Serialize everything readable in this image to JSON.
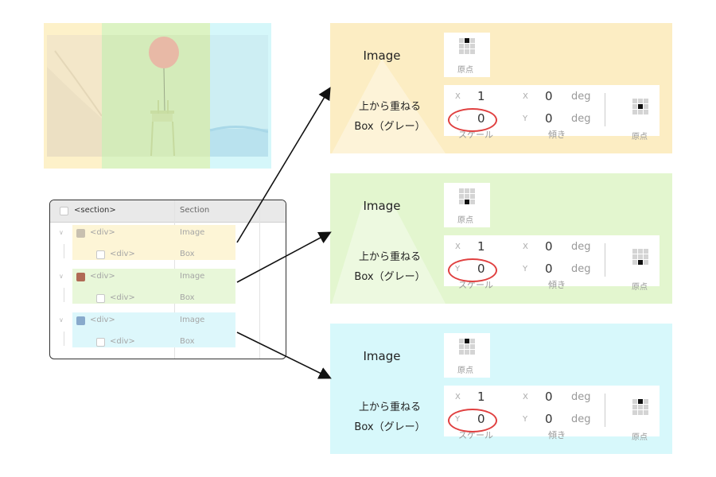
{
  "thumbnail": {
    "colors": [
      "#fdf1c9",
      "#dcf3c3",
      "#d5f7fa"
    ]
  },
  "layer_tree": {
    "header": {
      "name": "<section>",
      "type": "Section"
    },
    "groups": [
      {
        "color": "#fdf5d6",
        "icon_color": "#c8c0b0",
        "div_label": "<div>",
        "div_type": "Image",
        "box_label": "<div>",
        "box_type": "Box"
      },
      {
        "color": "#e8f7d9",
        "icon_color": "#b06a55",
        "div_label": "<div>",
        "div_type": "Image",
        "box_label": "<div>",
        "box_type": "Box"
      },
      {
        "color": "#ddf7fb",
        "icon_color": "#88aacc",
        "div_label": "<div>",
        "div_type": "Image",
        "box_label": "<div>",
        "box_type": "Box"
      }
    ]
  },
  "panels": [
    {
      "bg": "#fcedc3",
      "shape": "triangle",
      "image_label": "Image",
      "box_label_line1": "上から重ねる",
      "box_label_line2": "Box（グレー）",
      "origin_top": {
        "label": "原点",
        "active_cell": 1
      },
      "transform": {
        "x_axis": "X",
        "y_axis": "Y",
        "scale_x": "1",
        "scale_y": "0",
        "scale_label": "スケール",
        "skew_x_axis": "X",
        "skew_y_axis": "Y",
        "skew_x": "0",
        "skew_y": "0",
        "skew_unit": "deg",
        "skew_label": "傾き",
        "origin_label": "原点",
        "origin_active_cell": 4
      },
      "highlight": "scale_y"
    },
    {
      "bg": "#e3f6cf",
      "shape": "trapezoid",
      "image_label": "Image",
      "box_label_line1": "上から重ねる",
      "box_label_line2": "Box（グレー）",
      "origin_top": {
        "label": "原点",
        "active_cell": 7
      },
      "transform": {
        "x_axis": "X",
        "y_axis": "Y",
        "scale_x": "1",
        "scale_y": "0",
        "scale_label": "スケール",
        "skew_x_axis": "X",
        "skew_y_axis": "Y",
        "skew_x": "0",
        "skew_y": "0",
        "skew_unit": "deg",
        "skew_label": "傾き",
        "origin_label": "原点",
        "origin_active_cell": 7
      },
      "highlight": "scale_y"
    },
    {
      "bg": "#d7f8fb",
      "shape": "none",
      "image_label": "Image",
      "box_label_line1": "上から重ねる",
      "box_label_line2": "Box（グレー）",
      "origin_top": {
        "label": "原点",
        "active_cell": 1
      },
      "transform": {
        "x_axis": "X",
        "y_axis": "Y",
        "scale_x": "1",
        "scale_y": "0",
        "scale_label": "スケール",
        "skew_x_axis": "X",
        "skew_y_axis": "Y",
        "skew_x": "0",
        "skew_y": "0",
        "skew_unit": "deg",
        "skew_label": "傾き",
        "origin_label": "原点",
        "origin_active_cell": 1
      },
      "highlight": "scale_y"
    }
  ]
}
